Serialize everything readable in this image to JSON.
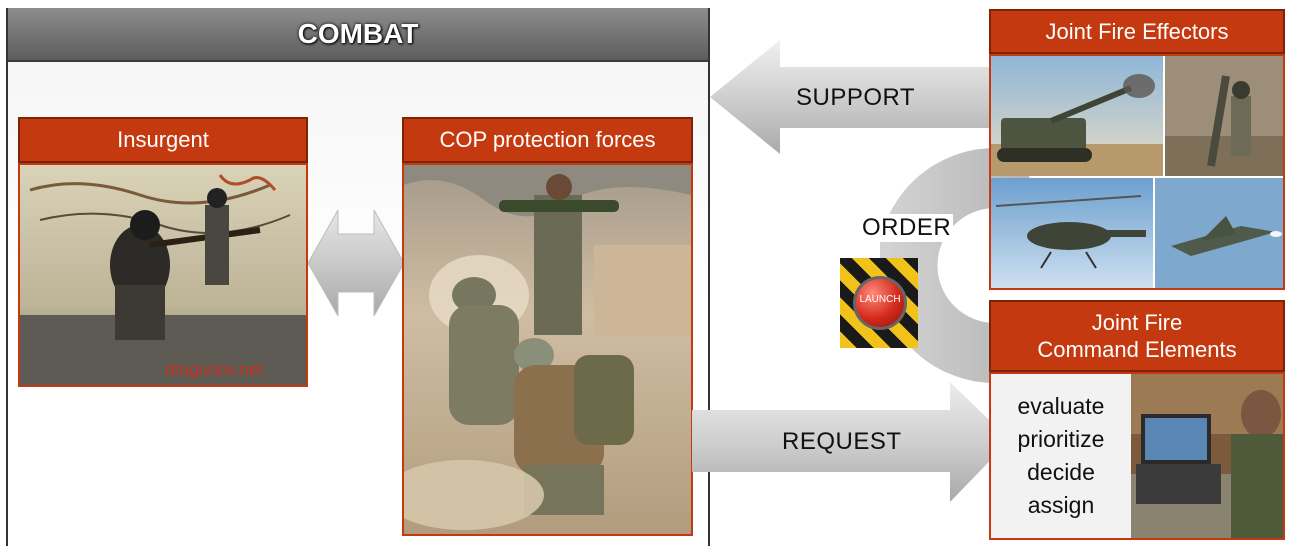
{
  "combat": {
    "title": "COMBAT"
  },
  "insurgent": {
    "title": "Insurgent",
    "watermark": "dragunov.net"
  },
  "cop": {
    "title": "COP protection forces"
  },
  "arrows": {
    "support": "SUPPORT",
    "request": "REQUEST",
    "order": "ORDER"
  },
  "launch_button": {
    "label": "LAUNCH"
  },
  "effectors": {
    "title": "Joint Fire Effectors"
  },
  "command": {
    "title_line1": "Joint Fire",
    "title_line2": "Command Elements",
    "actions": [
      "evaluate",
      "prioritize",
      "decide",
      "assign"
    ]
  },
  "colors": {
    "accent": "#c4390f",
    "header_gray": "#6f6f6f",
    "arrow_gray": "#c8c8c8"
  }
}
